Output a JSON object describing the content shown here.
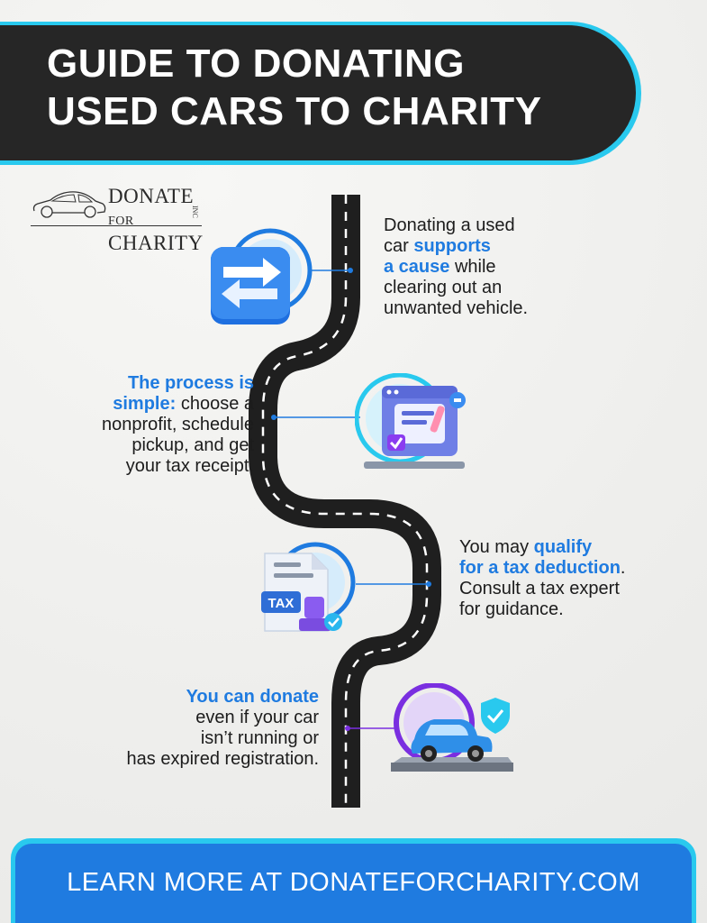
{
  "header": {
    "title_line1": "GUIDE TO DONATING",
    "title_line2": "USED CARS TO CHARITY"
  },
  "logo": {
    "line1_main": "DONATE",
    "line1_small": "FOR",
    "line2": "CHARITY",
    "inc": "INC"
  },
  "steps": [
    {
      "pre": "Donating a used car ",
      "highlight": "supports a cause",
      "post": " while clearing out an unwanted vehicle.",
      "icon": "swap-arrows-icon"
    },
    {
      "pre": "",
      "highlight": "The process is simple:",
      "post": " choose a nonprofit, schedule pickup, and get your tax receipt.",
      "icon": "checklist-laptop-icon"
    },
    {
      "pre": "You may ",
      "highlight": "qualify for a tax deduction",
      "post": ". Consult a tax expert for guidance.",
      "icon": "tax-document-icon"
    },
    {
      "pre": "",
      "highlight": "You can donate",
      "post": " even if your car isn’t running or has expired registration.",
      "icon": "car-shield-icon"
    }
  ],
  "footer": {
    "text": "LEARN MORE AT DONATEFORCHARITY.COM"
  },
  "colors": {
    "accent_blue": "#1f7be0",
    "cyan": "#29c9ee",
    "dark": "#262626",
    "purple": "#7a2fe0"
  }
}
